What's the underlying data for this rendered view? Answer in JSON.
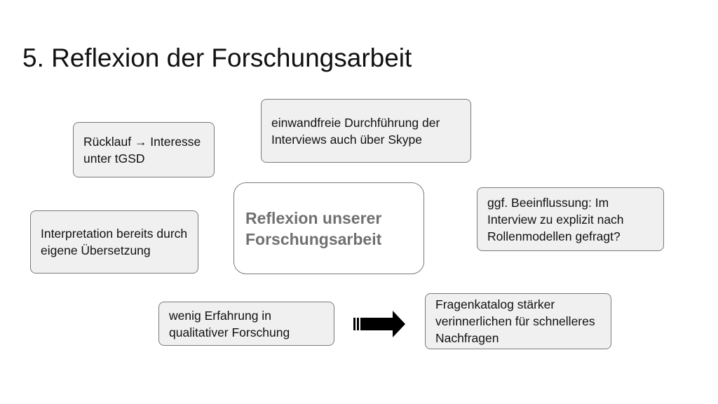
{
  "slide": {
    "title": "5. Reflexion der Forschungsarbeit"
  },
  "center_node": {
    "label_line1": "Reflexion unserer",
    "label_line2": "Forschungsarbeit"
  },
  "nodes": [
    {
      "id": "ruecklauf",
      "text": "Rücklauf → Interesse unter tGSD"
    },
    {
      "id": "durchfuehrung",
      "text": "einwandfreie Durchführung der Interviews auch über Skype"
    },
    {
      "id": "interpretation",
      "text": "Interpretation bereits durch eigene Übersetzung"
    },
    {
      "id": "beeinflussung",
      "text": "ggf. Beeinflussung: Im Interview zu explizit nach Rollenmodellen gefragt?"
    },
    {
      "id": "erfahrung",
      "text": "wenig Erfahrung in qualitativer Forschung"
    },
    {
      "id": "fragenkatalog",
      "text": "Fragenkatalog stärker verinnerlichen für schnelleres Nachfragen"
    }
  ],
  "arrow": {
    "icon": "right-arrow-icon",
    "color": "#000000"
  }
}
